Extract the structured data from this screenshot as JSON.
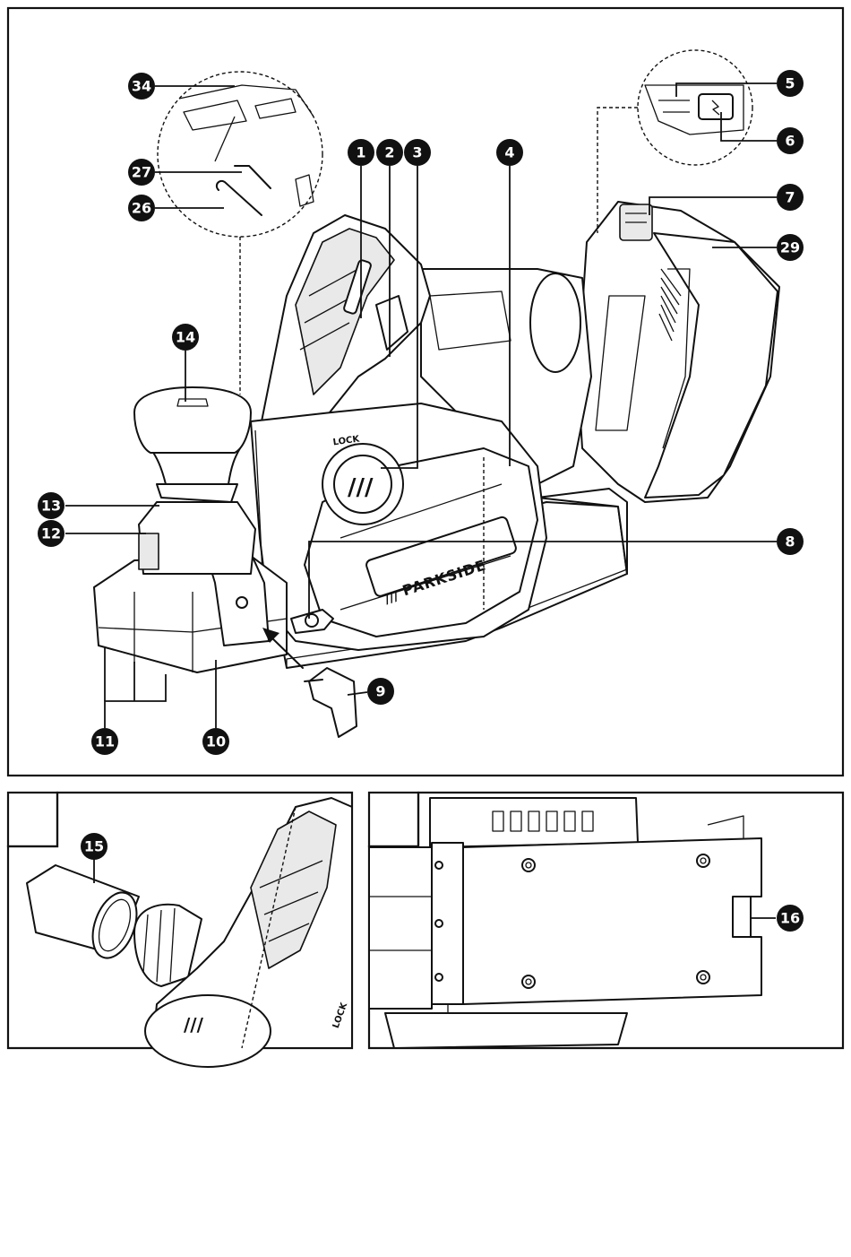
{
  "callouts": {
    "c1": "1",
    "c2": "2",
    "c3": "3",
    "c4": "4",
    "c5": "5",
    "c6": "6",
    "c7": "7",
    "c8": "8",
    "c9": "9",
    "c10": "10",
    "c11": "11",
    "c12": "12",
    "c13": "13",
    "c14": "14",
    "c15": "15",
    "c16": "16",
    "c26": "26",
    "c27": "27",
    "c29": "29",
    "c34": "34"
  },
  "labels": {
    "lock": "LOCK",
    "lock_small": "LOCK",
    "brand": "PARKSIDE",
    "slash_mark": "///"
  }
}
